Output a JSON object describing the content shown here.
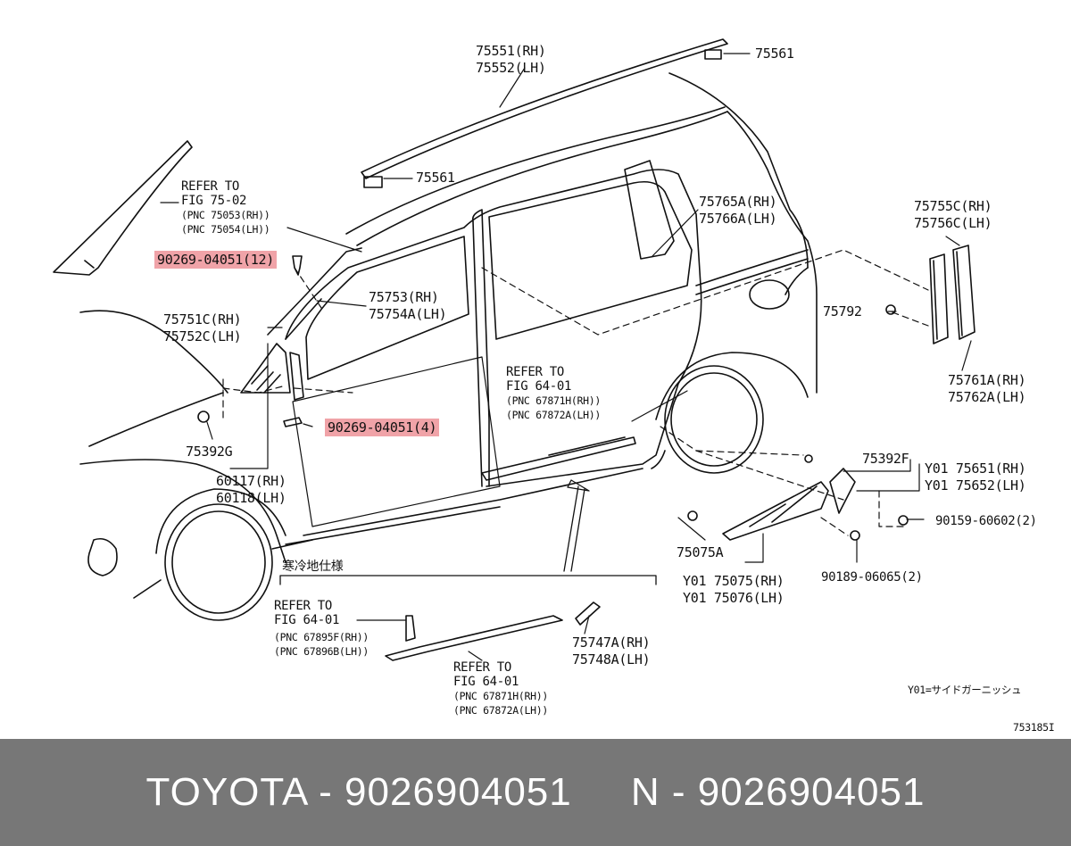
{
  "highlight_color": "#f0a3a8",
  "footer_bg": "#777777",
  "labels": {
    "p75551": "75551(RH)",
    "p75552": "75552(LH)",
    "p75561_top": "75561",
    "p75561_mid": "75561",
    "refer_75_02": "REFER TO",
    "fig_75_02": "FIG 75-02",
    "pnc_75053": "(PNC 75053(RH))",
    "pnc_75054": "(PNC 75054(LH))",
    "p90269_12": "90269-04051(12)",
    "p75765a": "75765A(RH)",
    "p75766a": "75766A(LH)",
    "p75755c": "75755C(RH)",
    "p75756c": "75756C(LH)",
    "p75753": "75753(RH)",
    "p75754a": "75754A(LH)",
    "p75751c": "75751C(RH)",
    "p75752c": "75752C(LH)",
    "p75792": "75792",
    "p75761a": "75761A(RH)",
    "p75762a": "75762A(LH)",
    "refer_64_01_a": "REFER TO",
    "fig_64_01_a": "FIG 64-01",
    "pnc_67871h_a": "(PNC 67871H(RH))",
    "pnc_67872a_a": "(PNC 67872A(LH))",
    "p90269_4": "90269-04051(4)",
    "p75392g": "75392G",
    "p60117": "60117(RH)",
    "p60118": "60118(LH)",
    "p75392f": "75392F",
    "y01_75651": "Y01 75651(RH)",
    "y01_75652": "Y01 75652(LH)",
    "p90159": "90159-60602(2)",
    "p75075a": "75075A",
    "p90189": "90189-06065(2)",
    "y01_75075": "Y01 75075(RH)",
    "y01_75076": "Y01 75076(LH)",
    "cold_spec": "寒冷地仕様",
    "refer_64_01_b": "REFER TO",
    "fig_64_01_b": "FIG 64-01",
    "pnc_67895f": "(PNC 67895F(RH))",
    "pnc_67896b": "(PNC 67896B(LH))",
    "refer_64_01_c": "REFER TO",
    "fig_64_01_c": "FIG 64-01",
    "pnc_67871h_c": "(PNC 67871H(RH))",
    "pnc_67872a_c": "(PNC 67872A(LH))",
    "p75747a": "75747A(RH)",
    "p75748a": "75748A(LH)",
    "y01_note": "Y01=サイドガーニッシュ",
    "fig_code": "753185I"
  },
  "footer": {
    "text": "TOYOTA - 9026904051     N - 9026904051"
  }
}
